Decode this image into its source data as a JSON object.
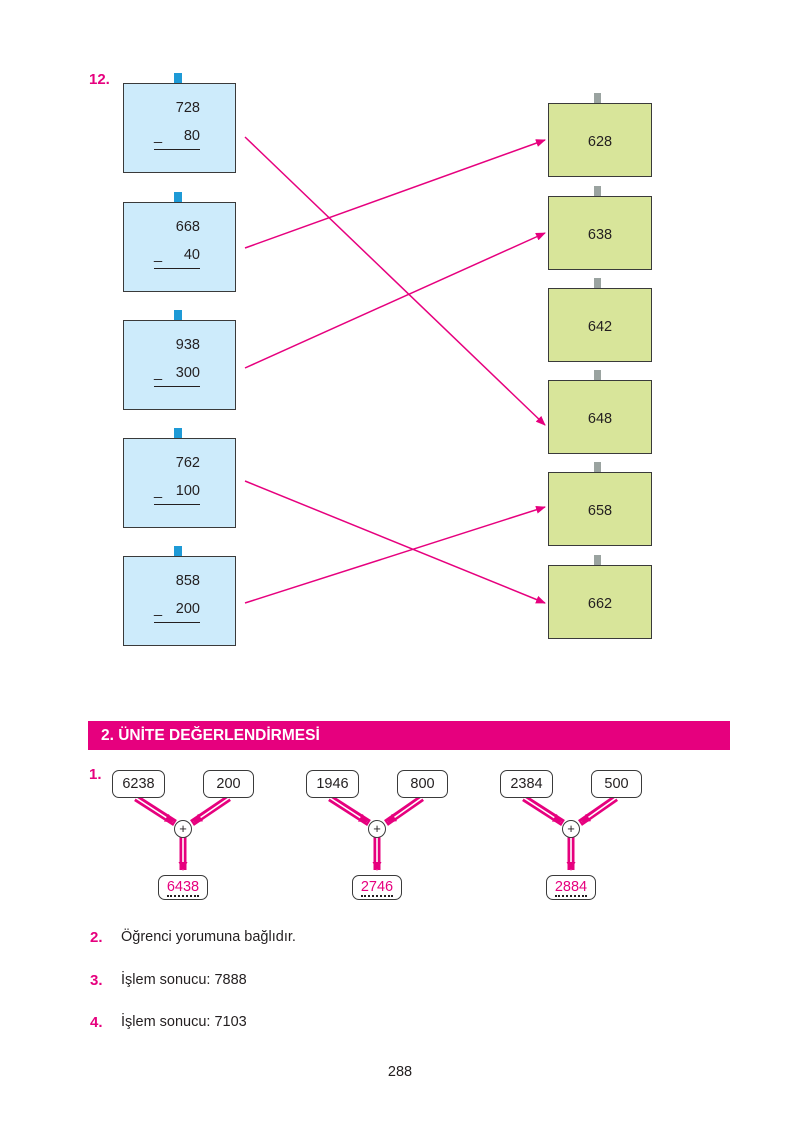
{
  "exercise12": {
    "number": "12.",
    "operations": [
      {
        "top": "728",
        "minus": "_",
        "bottom": "80"
      },
      {
        "top": "668",
        "minus": "_",
        "bottom": "40"
      },
      {
        "top": "938",
        "minus": "_",
        "bottom": "300"
      },
      {
        "top": "762",
        "minus": "_",
        "bottom": "100"
      },
      {
        "top": "858",
        "minus": "_",
        "bottom": "200"
      }
    ],
    "answers": [
      "628",
      "638",
      "642",
      "648",
      "658",
      "662"
    ]
  },
  "section": {
    "title": "2. ÜNİTE DEĞERLENDİRMESİ"
  },
  "exercise1": {
    "number": "1.",
    "plus_symbol": "+",
    "groups": [
      {
        "a": "6238",
        "b": "200",
        "result": "6438"
      },
      {
        "a": "1946",
        "b": "800",
        "result": "2746"
      },
      {
        "a": "2384",
        "b": "500",
        "result": "2884"
      }
    ]
  },
  "items": [
    {
      "number": "2.",
      "text": "Öğrenci yorumuna bağlıdır."
    },
    {
      "number": "3.",
      "text": "İşlem sonucu: 7888"
    },
    {
      "number": "4.",
      "text": "İşlem sonucu: 7103"
    }
  ],
  "page_number": "288",
  "colors": {
    "accent": "#e6007e",
    "blue_note": "#cdebfb",
    "green_note": "#d8e59a",
    "pin_blue": "#1e9ad6"
  }
}
